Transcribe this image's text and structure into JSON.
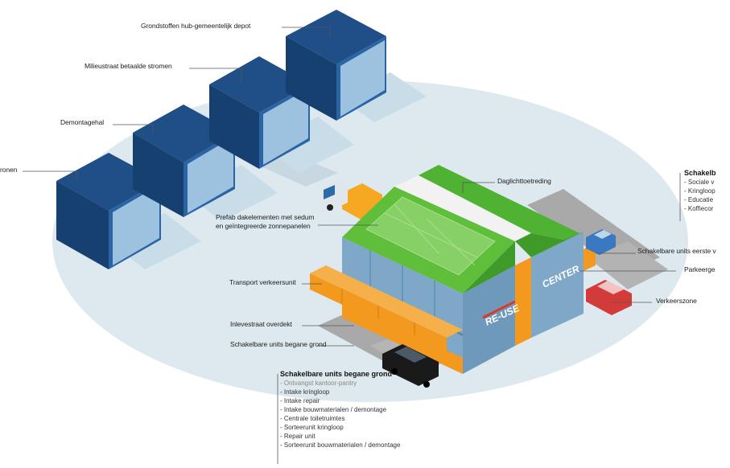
{
  "labels": {
    "grondstoffen_hub": "Grondstoffen hub-gemeentelijk depot",
    "milieustraat": "Milieustraat betaalde stromen",
    "demontagehal": "Demontagehal",
    "left_cut": "ronen",
    "daglicht": "Daglichttoetreding",
    "prefab": "Prefab dakelementen met sedum en geïntegreerde zonnepanelen",
    "transport": "Transport verkeersunit",
    "inlevestraat": "Inlevestraat overdekt",
    "schakelbare_begane": "Schakelbare units begane grond",
    "schakelbare_eerste": "Schakelbare units eerste v",
    "parkeer": "Parkeerge",
    "verkeerszone": "Verkeerszone",
    "reuse": "RE-USE",
    "center": "CENTER"
  },
  "list_bottom": {
    "title": "Schakelbare units begane grond",
    "items": [
      "- Ontvangst kantoor-pantry",
      "- Intake kringloop",
      "- Intake repair",
      "- Intake bouwmaterialen / demontage",
      "- Centrale toiletruimtes",
      "- Sorteerunit kringloop",
      "- Repair unit",
      "- Sorteerunit bouwmaterialen / demontage"
    ]
  },
  "list_right": {
    "title": "Schakelb",
    "items": [
      "- Sociale v",
      "- Kringloop",
      "- Educatie",
      "- Koffiecor"
    ]
  },
  "colors": {
    "ellipse": "#dde9ee",
    "cube_top": "#1f4f86",
    "cube_left": "#16406f",
    "cube_right": "#2a64a4",
    "cube_shadow": "#9dc2e0",
    "roof_green": "#5fbe3a",
    "solar": "#86d065",
    "facade": "#7fa8c8",
    "orange": "#f39a1e",
    "red_accent": "#d93a2b"
  }
}
